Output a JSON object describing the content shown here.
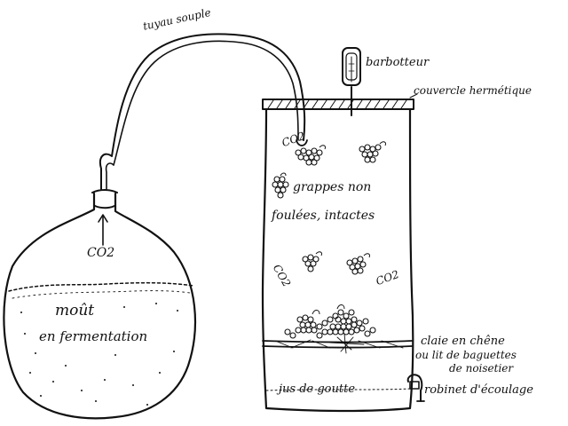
{
  "diagram": {
    "labels": {
      "tube": "tuyau souple",
      "airlock": "barbotteur",
      "lid": "couvercle hermétique",
      "co2_flask": "CO2",
      "co2_tank_1": "CO2",
      "co2_tank_2": "CO2",
      "co2_tank_3": "CO2",
      "grapes_line1": "grappes non",
      "grapes_line2": "foulées, intactes",
      "must_line1": "moût",
      "must_line2": "en fermentation",
      "rack_line1": "claie en chêne",
      "rack_line2": "ou lit de baguettes",
      "rack_line3": "de noisetier",
      "free_run": "jus de goutte",
      "tap": "robinet d'écoulage"
    },
    "colors": {
      "ink": "#111111",
      "paper": "#ffffff"
    }
  }
}
